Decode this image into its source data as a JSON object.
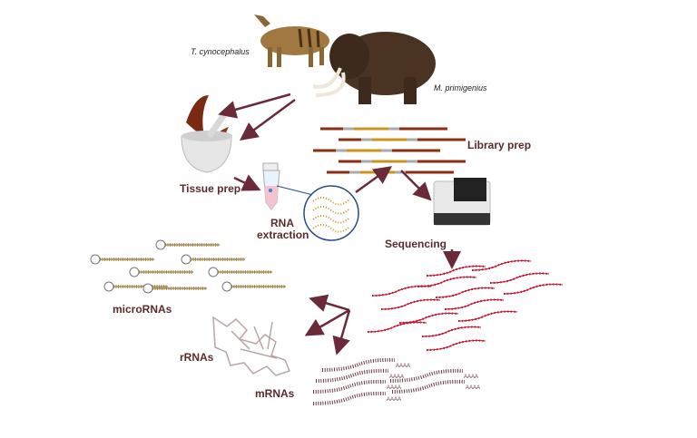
{
  "species": {
    "thylacine": "T. cynocephalus",
    "mammoth": "M. primigenius"
  },
  "steps": {
    "tissue_prep": "Tissue prep",
    "rna_extraction": "RNA extraction",
    "library_prep": "Library prep",
    "sequencing": "Sequencing"
  },
  "rna_classes": {
    "micro": "microRNAs",
    "r": "rRNAs",
    "m": "mRNAs"
  },
  "polya_tail": "AAAA",
  "colors": {
    "arrow": "#6b2a3a",
    "label": "#5a2b2b",
    "reads": "#c8102e",
    "adapter": "#8b2e12",
    "insert": "#c8961e",
    "barcode": "#aaaaaa",
    "mrna": "#6b3a45"
  }
}
